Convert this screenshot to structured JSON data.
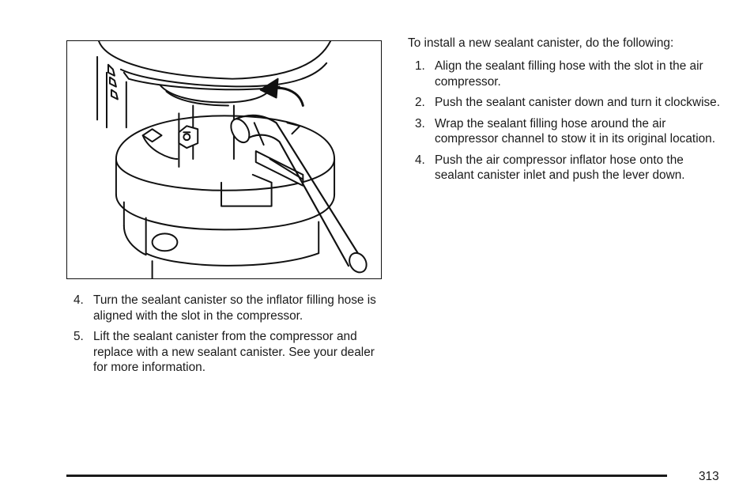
{
  "figure": {
    "icon": "compressor-canister-illustration"
  },
  "left_steps": [
    {
      "num": "4.",
      "text": "Turn the sealant canister so the inflator filling hose is aligned with the slot in the compressor."
    },
    {
      "num": "5.",
      "text": "Lift the sealant canister from the compressor and replace with a new sealant canister. See your dealer for more information."
    }
  ],
  "right_intro": "To install a new sealant canister, do the following:",
  "right_steps": [
    {
      "num": "1.",
      "text": "Align the sealant filling hose with the slot in the air compressor."
    },
    {
      "num": "2.",
      "text": "Push the sealant canister down and turn it clockwise."
    },
    {
      "num": "3.",
      "text": "Wrap the sealant filling hose around the air compressor channel to stow it in its original location."
    },
    {
      "num": "4.",
      "text": "Push the air compressor inflator hose onto the sealant canister inlet and push the lever down."
    }
  ],
  "footer": {
    "page_number": "313"
  }
}
